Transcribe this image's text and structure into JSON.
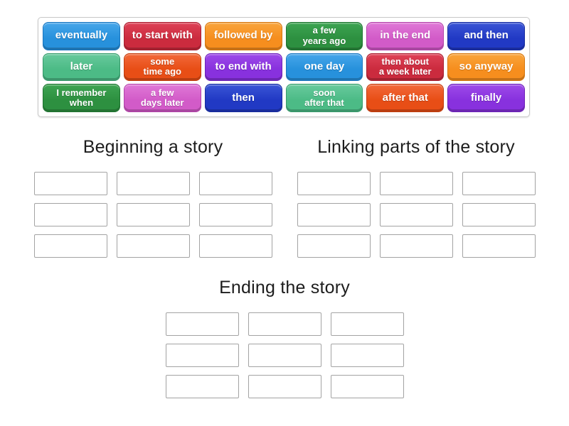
{
  "activity": {
    "kind_label": "group-sort"
  },
  "palette": {
    "blue": {
      "light": "#46a6ea",
      "base": "#2791dc",
      "dark": "#1b76bf"
    },
    "crimson": {
      "light": "#de4257",
      "base": "#cb2b3e",
      "dark": "#a81f30"
    },
    "orange": {
      "light": "#f9a53c",
      "base": "#f68e1e",
      "dark": "#d4760f"
    },
    "green": {
      "light": "#3da452",
      "base": "#2d9040",
      "dark": "#1f7331"
    },
    "orchid": {
      "light": "#e078d7",
      "base": "#d25bc8",
      "dark": "#b244a8"
    },
    "navy": {
      "light": "#3a55d6",
      "base": "#2139c4",
      "dark": "#182c9e"
    },
    "seagreen": {
      "light": "#68ca9d",
      "base": "#4cbb86",
      "dark": "#379a6b"
    },
    "orangered": {
      "light": "#f2693a",
      "base": "#e84e16",
      "dark": "#c23d0e"
    },
    "purple": {
      "light": "#9d4ae9",
      "base": "#8831de",
      "dark": "#6d22b8"
    }
  },
  "tray": {
    "tiles": [
      {
        "label": "eventually",
        "color": "blue"
      },
      {
        "label": "to start with",
        "color": "crimson"
      },
      {
        "label": "followed by",
        "color": "orange"
      },
      {
        "label": "a few\nyears ago",
        "color": "green"
      },
      {
        "label": "in the end",
        "color": "orchid"
      },
      {
        "label": "and then",
        "color": "navy"
      },
      {
        "label": "later",
        "color": "seagreen"
      },
      {
        "label": "some\ntime ago",
        "color": "orangered"
      },
      {
        "label": "to end with",
        "color": "purple"
      },
      {
        "label": "one day",
        "color": "blue"
      },
      {
        "label": "then about\na week later",
        "color": "crimson"
      },
      {
        "label": "so anyway",
        "color": "orange"
      },
      {
        "label": "I remember\nwhen",
        "color": "green"
      },
      {
        "label": "a few\ndays later",
        "color": "orchid"
      },
      {
        "label": "then",
        "color": "navy"
      },
      {
        "label": "soon\nafter that",
        "color": "seagreen"
      },
      {
        "label": "after that",
        "color": "orangered"
      },
      {
        "label": "finally",
        "color": "purple"
      }
    ]
  },
  "groups": [
    {
      "id": "beginning",
      "title": "Beginning a story",
      "slots": 9
    },
    {
      "id": "linking",
      "title": "Linking parts of the story",
      "slots": 9
    },
    {
      "id": "ending",
      "title": "Ending the story",
      "slots": 9
    }
  ]
}
